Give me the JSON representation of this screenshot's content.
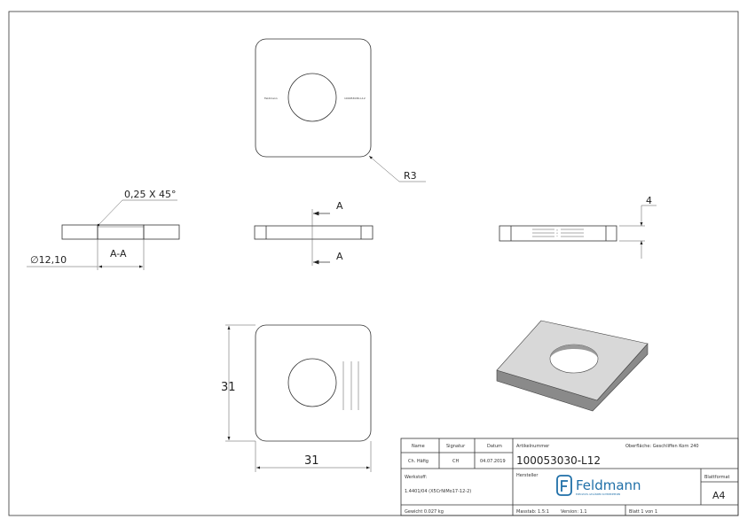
{
  "views": {
    "top": {
      "radius_label": "R3",
      "engraving_left": "Feldmann",
      "engraving_right": "100053030-L12"
    },
    "section": {
      "chamfer_label": "0,25 X 45°",
      "diameter_label": "∅12,10",
      "section_label": "A-A"
    },
    "side": {
      "cut_label_top": "A",
      "cut_label_bottom": "A"
    },
    "right": {
      "thickness_label": "4"
    },
    "bottom": {
      "height_label": "31",
      "width_label": "31"
    }
  },
  "title_block": {
    "name_header": "Name",
    "signature_header": "Signatur",
    "date_header": "Datum",
    "name": "Ch. Häfig",
    "signature": "CH",
    "date": "04.07.2019",
    "article_label": "Artikelnummer",
    "article_number": "100053030-L12",
    "surface": "Oberfläche:  Geschliffen Korn 240",
    "material_label": "Werkstoff:",
    "material": "1.4401/04 (X5CrNiMo17-12-2)",
    "manufacturer_label": "Hersteller",
    "logo_text": "Feldmann",
    "logo_tagline": "EDELSTAHL GELÄNDER SCHMIEDEEISEN",
    "sheet_format_label": "Blattformat",
    "sheet_format": "A4",
    "weight": "Gewicht 0.027 kg",
    "scale": "Masstab: 1.5:1",
    "version": "Version: 1.1",
    "sheet": "Blatt 1 von 1"
  },
  "colors": {
    "logo": "#1f6fa8",
    "iso_top": "#d8d8d8",
    "iso_side": "#8a8a8a"
  }
}
